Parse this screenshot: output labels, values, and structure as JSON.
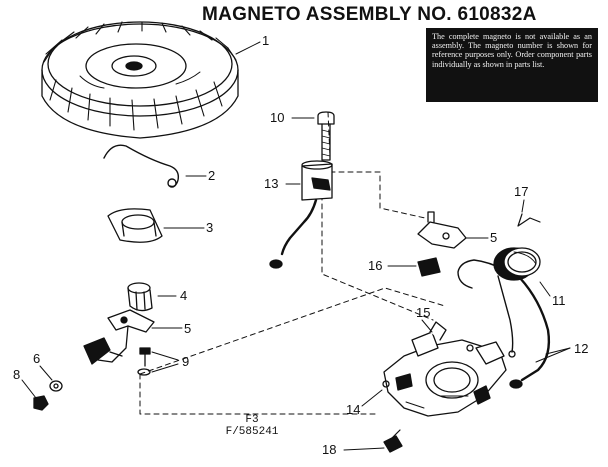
{
  "title": "MAGNETO ASSEMBLY NO. 610832A",
  "note": "The complete magneto is not available as an assembly. The magneto number is shown for reference purposes only. Order component parts individually as shown in parts list.",
  "callouts": [
    "1",
    "2",
    "3",
    "4",
    "5",
    "5",
    "6",
    "8",
    "9",
    "10",
    "11",
    "12",
    "13",
    "14",
    "15",
    "16",
    "17",
    "18"
  ],
  "figure_ref": {
    "line1": "F3",
    "line2": "F/585241"
  }
}
